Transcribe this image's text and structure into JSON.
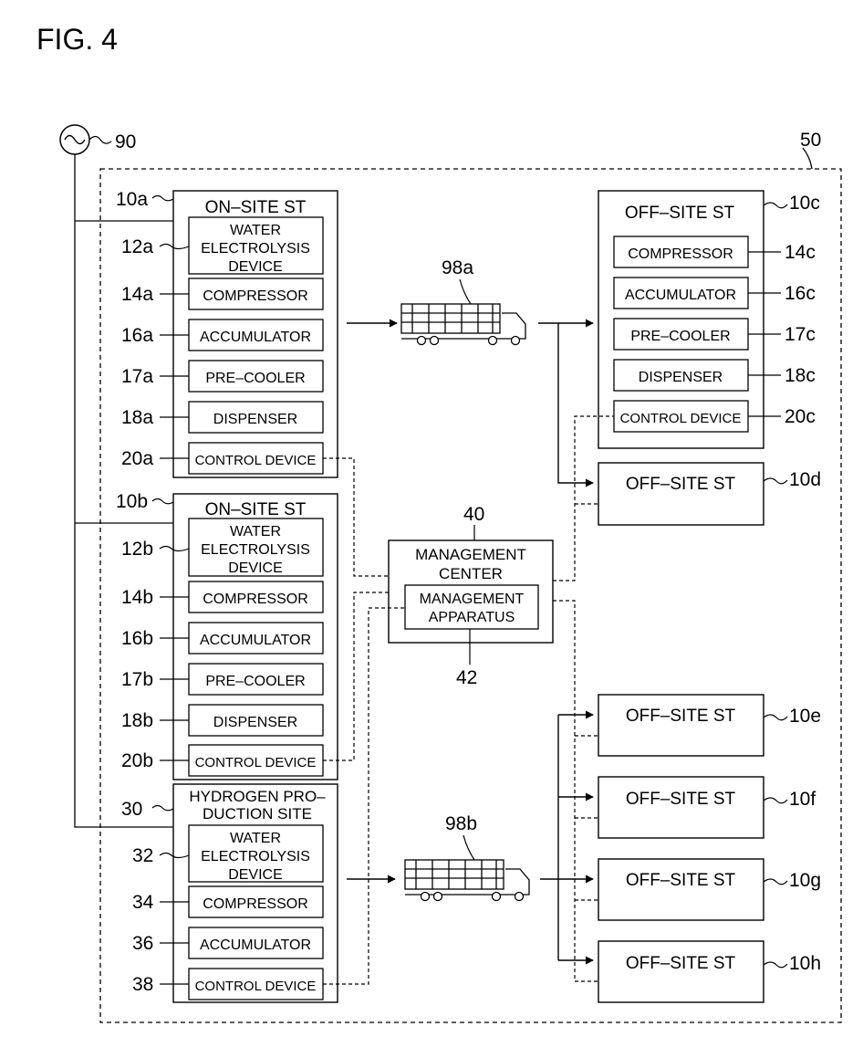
{
  "figure": {
    "title": "FIG. 4"
  },
  "power_source": {
    "ref": "90"
  },
  "system": {
    "ref": "50"
  },
  "onsite_a": {
    "ref": "10a",
    "title": "ON–SITE ST",
    "water_lines": [
      "WATER",
      "ELECTROLYSIS",
      "DEVICE"
    ],
    "water_ref": "12a",
    "compressor": "COMPRESSOR",
    "compressor_ref": "14a",
    "accumulator": "ACCUMULATOR",
    "accumulator_ref": "16a",
    "precooler": "PRE–COOLER",
    "precooler_ref": "17a",
    "dispenser": "DISPENSER",
    "dispenser_ref": "18a",
    "control": "CONTROL DEVICE",
    "control_ref": "20a"
  },
  "onsite_b": {
    "ref": "10b",
    "title": "ON–SITE ST",
    "water_lines": [
      "WATER",
      "ELECTROLYSIS",
      "DEVICE"
    ],
    "water_ref": "12b",
    "compressor": "COMPRESSOR",
    "compressor_ref": "14b",
    "accumulator": "ACCUMULATOR",
    "accumulator_ref": "16b",
    "precooler": "PRE–COOLER",
    "precooler_ref": "17b",
    "dispenser": "DISPENSER",
    "dispenser_ref": "18b",
    "control": "CONTROL DEVICE",
    "control_ref": "20b"
  },
  "production": {
    "ref": "30",
    "title_lines": [
      "HYDROGEN PRO–",
      "DUCTION SITE"
    ],
    "water_lines": [
      "WATER",
      "ELECTROLYSIS",
      "DEVICE"
    ],
    "water_ref": "32",
    "compressor": "COMPRESSOR",
    "compressor_ref": "34",
    "accumulator": "ACCUMULATOR",
    "accumulator_ref": "36",
    "control": "CONTROL DEVICE",
    "control_ref": "38"
  },
  "offsite_c": {
    "ref": "10c",
    "title": "OFF–SITE ST",
    "compressor": "COMPRESSOR",
    "compressor_ref": "14c",
    "accumulator": "ACCUMULATOR",
    "accumulator_ref": "16c",
    "precooler": "PRE–COOLER",
    "precooler_ref": "17c",
    "dispenser": "DISPENSER",
    "dispenser_ref": "18c",
    "control": "CONTROL DEVICE",
    "control_ref": "20c"
  },
  "offsite_d": {
    "ref": "10d",
    "title": "OFF–SITE ST"
  },
  "offsite_e": {
    "ref": "10e",
    "title": "OFF–SITE ST"
  },
  "offsite_f": {
    "ref": "10f",
    "title": "OFF–SITE ST"
  },
  "offsite_g": {
    "ref": "10g",
    "title": "OFF–SITE ST"
  },
  "offsite_h": {
    "ref": "10h",
    "title": "OFF–SITE ST"
  },
  "management": {
    "ref": "40",
    "title_lines": [
      "MANAGEMENT",
      "CENTER"
    ],
    "apparatus_lines": [
      "MANAGEMENT",
      "APPARATUS"
    ],
    "apparatus_ref": "42"
  },
  "truck_a": {
    "ref": "98a",
    "icon": "truck-icon"
  },
  "truck_b": {
    "ref": "98b",
    "icon": "truck-icon"
  }
}
